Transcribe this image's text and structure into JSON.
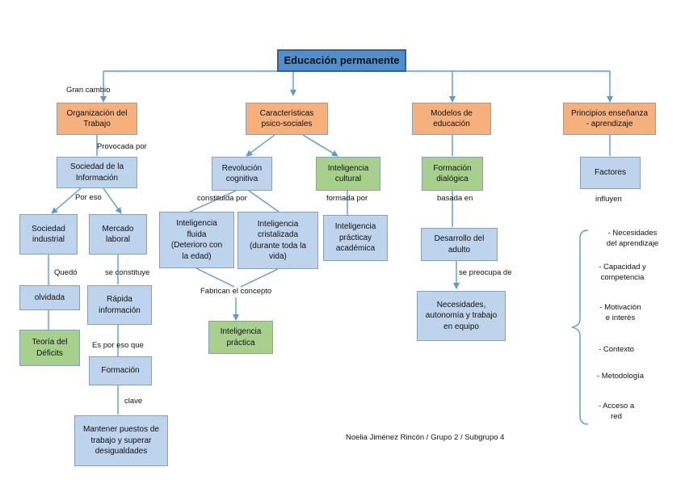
{
  "nodes": {
    "root": "Educación permanente",
    "organizacion": "Organización del\nTrabajo",
    "caracteristicas": "Características\npsico-sociales",
    "modelos": "Modelos de\neducación",
    "principios": "Principios enseñanza\n- aprendizaje",
    "sociedad_info": "Sociedad de la\nInformación",
    "sociedad_industrial": "Sociedad\nindustrial",
    "mercado_laboral": "Mercado\nlaboral",
    "olvidada": "olvidada",
    "teoria_deficits": "Teoría del\nDéficits",
    "rapida_info": "Rápida\ninformación",
    "formacion": "Formación",
    "mantener": "Mantener puestos de\ntrabajo y superar\ndesigualdades",
    "revolucion": "Revolución\ncognitiva",
    "inteligencia_cultural": "Inteligencia\ncultural",
    "inteligencia_fluida": "Inteligencia\nfluida\n(Deterioro con\nla edad)",
    "inteligencia_cristalizada": "Inteligencia\ncristalizada\n(durante toda la\nvida)",
    "inteligencia_practica_academica": "Inteligencia\nprácticay\nacadémica",
    "inteligencia_practica": "Inteligencia\npráctica",
    "formacion_dialogica": "Formación\ndialógica",
    "desarrollo_adulto": "Desarrollo del\nadulto",
    "necesidades_autonomia": "Necesidades,\nautonomía y trabajo\nen equipo",
    "factores": "Factores"
  },
  "labels": {
    "gran_cambio": "Gran cambio",
    "provocada_por": "Provocada por",
    "por_eso": "Por eso",
    "quedo": "Quedó",
    "se_constituye": "se    constituye",
    "es_por_eso_que": "Es por    eso que",
    "clave": "clave",
    "constituida_por": "constituida  por",
    "formada_por": "formada por",
    "fabrican": "Fabrican el concepto",
    "basada_en": "basada en",
    "se_preocupa_de": "se preocupa de",
    "influyen": "influyen"
  },
  "factores_list": [
    "- Necesidades\ndel aprendizaje",
    "- Capacidad y\ncompetencia",
    "- Motivación\ne interés",
    "- Contexto",
    "- Metodología",
    "- Acceso a\nred"
  ],
  "footer": "Noelia Jiménez Rincón / Grupo 2 / Subgrupo 4",
  "colors": {
    "title": "#4f8fd0",
    "category": "#f5b07c",
    "concept": "#bed3ec",
    "leaf": "#a7d08c",
    "connector": "#5b9bd5"
  }
}
